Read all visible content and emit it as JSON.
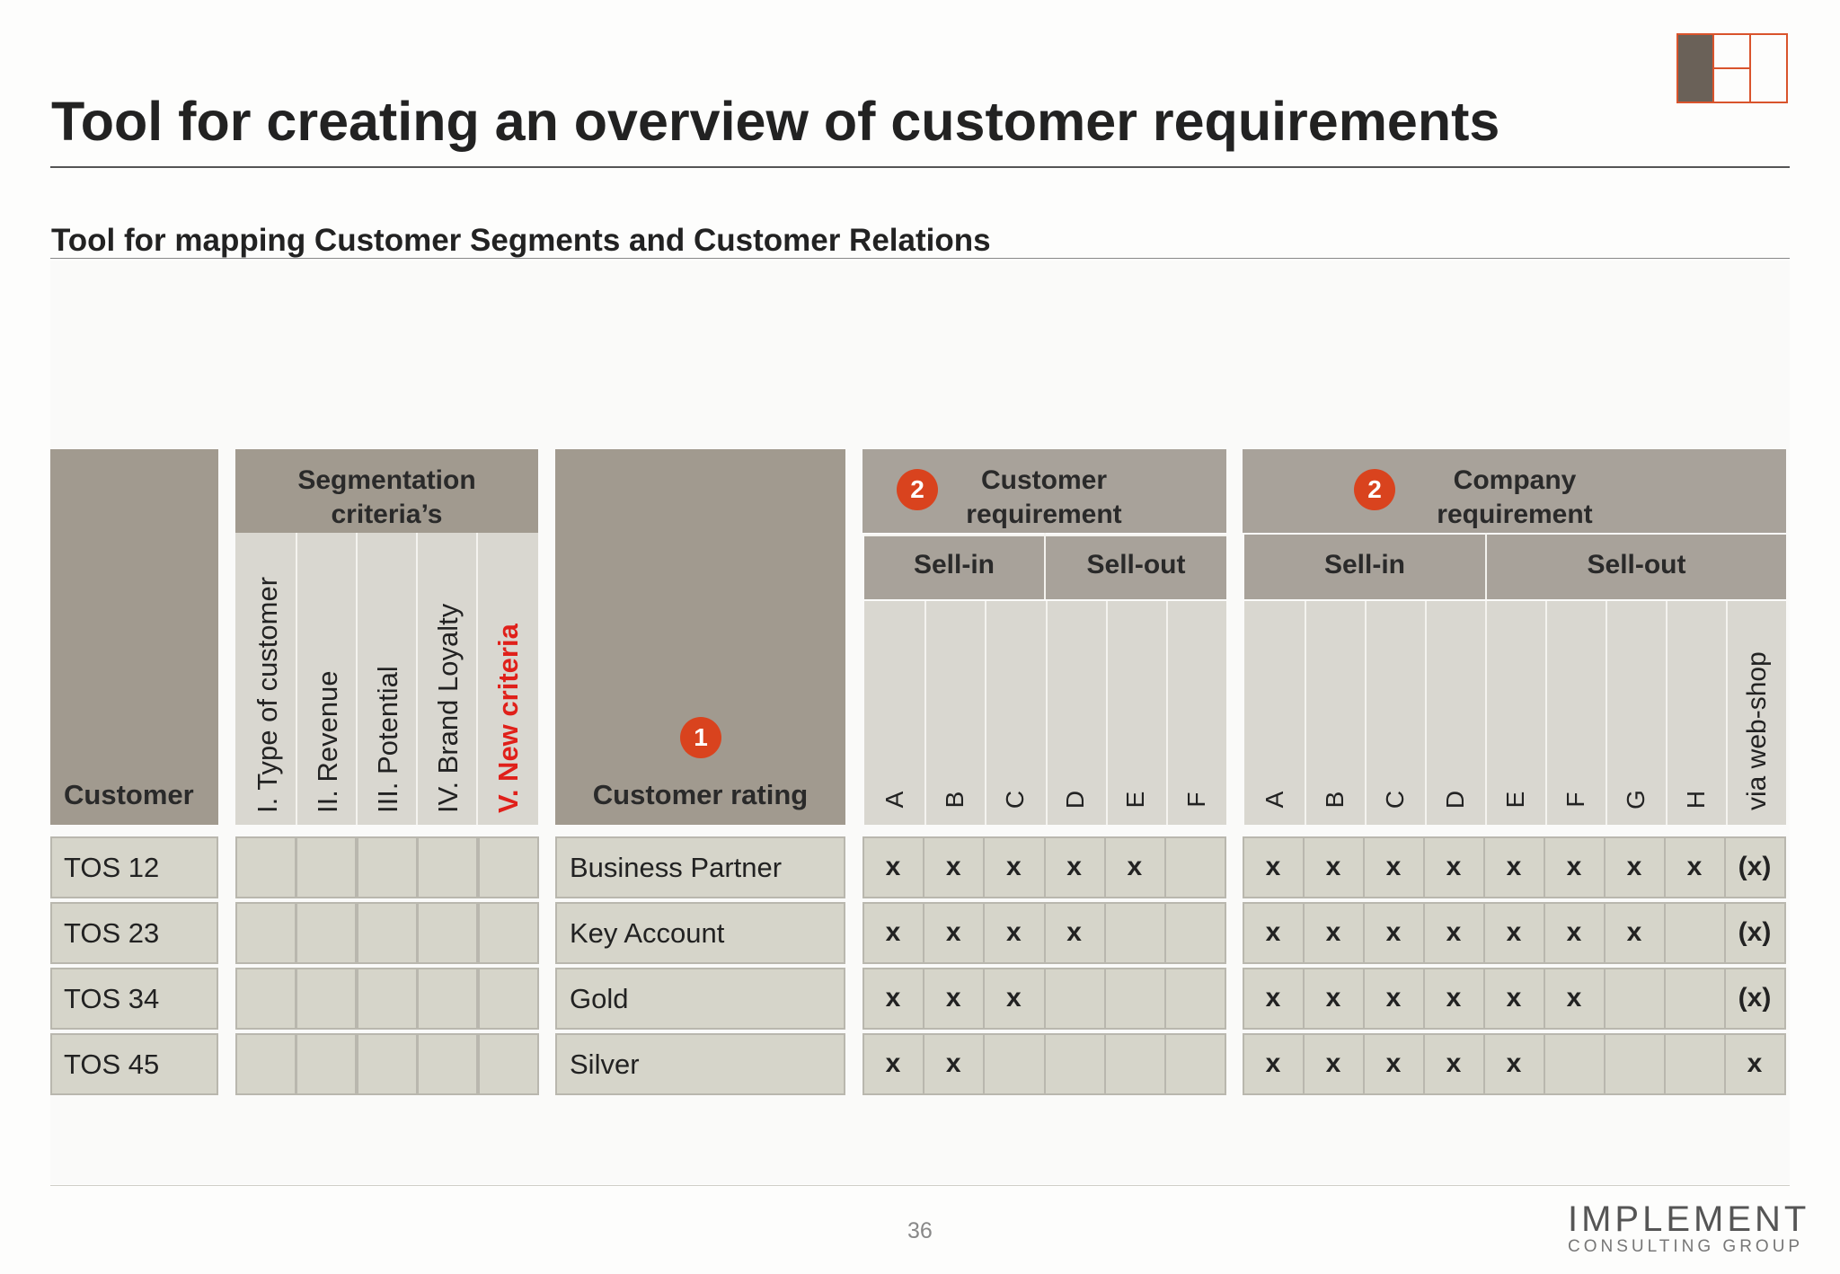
{
  "title": "Tool for creating an overview of customer requirements",
  "subtitle": "Tool for mapping Customer Segments and Customer Relations",
  "page_number": "36",
  "brand": {
    "name": "IMPLEMENT",
    "tagline": "CONSULTING GROUP",
    "accent": "#d9542c"
  },
  "table": {
    "customer_header": "Customer",
    "segmentation_header": "Segmentation criteria’s",
    "segmentation_criteria": [
      "I. Type of customer",
      "II. Revenue",
      "III. Potential",
      "IV. Brand Loyalty",
      "V. New criteria"
    ],
    "rating_header": "Customer rating",
    "customer_requirement": {
      "header": "Customer requirement",
      "badge": "2",
      "sell_in": "Sell-in",
      "sell_out": "Sell-out",
      "columns": [
        "A",
        "B",
        "C",
        "D",
        "E",
        "F"
      ]
    },
    "company_requirement": {
      "header": "Company requirement",
      "badge": "2",
      "sell_in": "Sell-in",
      "sell_out": "Sell-out",
      "columns": [
        "A",
        "B",
        "C",
        "D",
        "E",
        "F",
        "G",
        "H",
        "via web-shop"
      ]
    },
    "rating_badge": "1",
    "rows": [
      {
        "customer": "TOS 12",
        "rating": "Business Partner",
        "cust_req": [
          "x",
          "x",
          "x",
          "x",
          "x",
          ""
        ],
        "comp_req": [
          "x",
          "x",
          "x",
          "x",
          "x",
          "x",
          "x",
          "x",
          "(x)"
        ]
      },
      {
        "customer": "TOS 23",
        "rating": "Key Account",
        "cust_req": [
          "x",
          "x",
          "x",
          "x",
          "",
          ""
        ],
        "comp_req": [
          "x",
          "x",
          "x",
          "x",
          "x",
          "x",
          "x",
          "",
          "(x)"
        ]
      },
      {
        "customer": "TOS 34",
        "rating": "Gold",
        "cust_req": [
          "x",
          "x",
          "x",
          "",
          "",
          ""
        ],
        "comp_req": [
          "x",
          "x",
          "x",
          "x",
          "x",
          "x",
          "",
          "",
          "(x)"
        ]
      },
      {
        "customer": "TOS 45",
        "rating": "Silver",
        "cust_req": [
          "x",
          "x",
          "",
          "",
          "",
          ""
        ],
        "comp_req": [
          "x",
          "x",
          "x",
          "x",
          "x",
          "",
          "",
          "",
          "x"
        ]
      }
    ]
  }
}
